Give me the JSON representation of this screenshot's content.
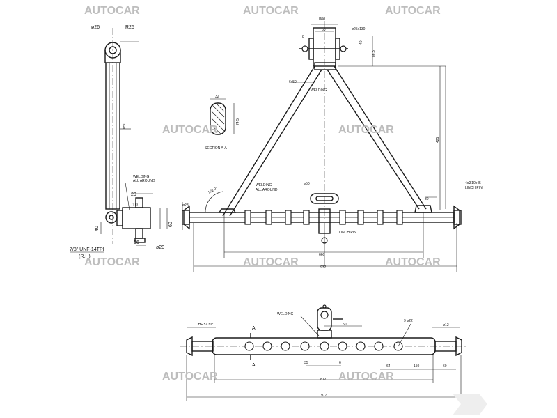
{
  "watermark": "AUTOCAR",
  "labels": {
    "d26": "ø26",
    "r25": "R25",
    "d50v": "ø50",
    "welding_all_around_1a": "WELDING",
    "welding_all_around_1b": "ALL AROUND",
    "n10": "10",
    "n20": "20",
    "n60": "60",
    "n40": "40",
    "n56": "56",
    "d20": "ø20",
    "thread1": "7/8\" UNF-14TPI",
    "thread2": "(R.H)",
    "d28": "ø28",
    "n66": "(66)",
    "n50top": "50",
    "n8": "8",
    "d25x130": "ø25x130",
    "n40b": "40",
    "n86_5": "86.5",
    "n6x50": "6x50",
    "welding": "WELDING",
    "n32": "32",
    "n74_5": "74.5",
    "section": "SECTION A-A",
    "n425": "425",
    "n122": "122.0°",
    "welding2a": "WELDING",
    "welding2b": "ALL AROUND",
    "d50b": "ø50",
    "n30": "30",
    "pin_spec_a": "4xØ10x45",
    "pin_spec_b": "LINCH PIN",
    "linch_pin": "LINCH PIN",
    "n660": "660",
    "n932": "932",
    "chf": "CHF 5X30°",
    "welding3": "WELDING",
    "a_top": "A",
    "a_bot": "A",
    "n50c": "50",
    "n9d22": "9 ø22",
    "d12": "ø12",
    "n35": "35",
    "n6": "6",
    "n64": "64",
    "n150": "150",
    "n60b": "60",
    "n812": "812",
    "n977": "977"
  }
}
